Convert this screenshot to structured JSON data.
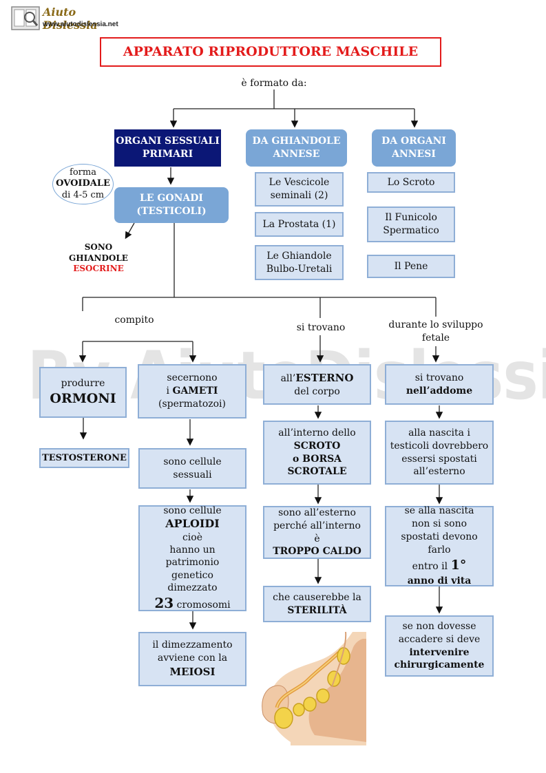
{
  "header": {
    "logo_text": "Aiuto Dislessia",
    "logo_url": "www.aiutodislessia.net"
  },
  "title": "APPARATO RIPRODUTTORE MASCHILE",
  "intro": "è formato da:",
  "primary": {
    "box": "ORGANI SESSUALI PRIMARI",
    "gonads": "LE GONADI (TESTICOLI)",
    "shape": [
      "forma",
      "OVOIDALE",
      "di 4-5 cm"
    ],
    "gland_type": [
      "SONO GHIANDOLE",
      "ESOCRINE"
    ]
  },
  "glands": {
    "header": "DA GHIANDOLE ANNESE",
    "items": [
      "Le Vescicole seminali (2)",
      "La Prostata (1)",
      "Le Ghiandole Bulbo-Uretali"
    ]
  },
  "organs": {
    "header": "DA ORGANI ANNESI",
    "items": [
      "Lo Scroto",
      "Il Funicolo Spermatico",
      "Il Pene"
    ]
  },
  "branch_labels": {
    "task": "compito",
    "located": "si trovano",
    "development": "durante lo sviluppo fetale"
  },
  "task_hormones": {
    "produce": "produrre",
    "hormones": "ORMONI",
    "testosterone": "TESTOSTERONE"
  },
  "task_gametes": {
    "secrete": "secernono",
    "gametes_prefix": "i",
    "gametes": "GAMETI",
    "sperm": "(spermatozoi)",
    "sexual_cells": "sono cellule sessuali",
    "haploid_intro": "sono cellule",
    "haploid": "APLOIDI",
    "that_is": "cioè",
    "halved": "hanno un patrimonio genetico dimezzato",
    "count_num": "23",
    "count_word": "cromosomi",
    "meiosis_text": "il dimezzamento avviene con la",
    "meiosis": "MEIOSI"
  },
  "location": {
    "prefix": "all’",
    "outside": "ESTERNO",
    "body": "del corpo",
    "inside_prefix": "all’interno dello",
    "scrotum": "SCROTO",
    "or_bag": "o BORSA",
    "scrotal": "SCROTALE",
    "reason": "sono all’esterno perché all’interno è",
    "too_hot": "TROPPO CALDO",
    "would_cause": "che causerebbe la",
    "sterility": "STERILITÀ"
  },
  "fetal": {
    "found": "si trovano",
    "abdomen": "nell’addome",
    "birth": "alla nascita i testicoli dovrebbero essersi spostati all’esterno",
    "if_not": "se alla nascita non si sono spostati devono farlo",
    "within": "entro il",
    "first": "1°",
    "year": "anno di vita",
    "otherwise": "se non dovesse accadere si deve",
    "intervene": "intervenire chirurgicamente"
  },
  "watermark": "By AiutoDislessia.net"
}
